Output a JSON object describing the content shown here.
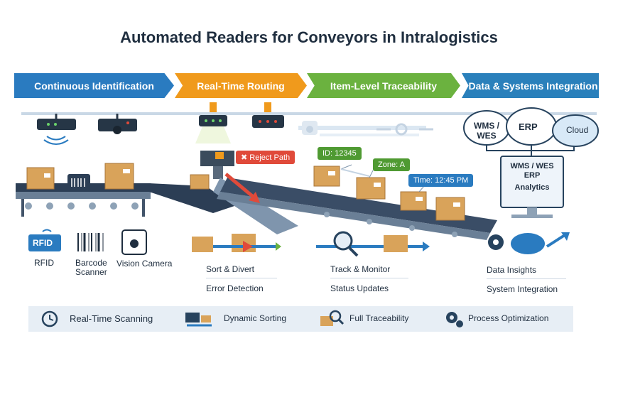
{
  "title": "Automated Readers for Conveyors in Intralogistics",
  "banners": [
    {
      "label": "Continuous Identification",
      "color": "#2a7bc0"
    },
    {
      "label": "Real-Time Routing",
      "color": "#f09a1c"
    },
    {
      "label": "Item-Level Traceability",
      "color": "#6bb23f"
    },
    {
      "label": "Data & Systems Integration",
      "color": "#2a80bb"
    }
  ],
  "tags": {
    "reject": "✖ Reject Path",
    "id": "ID: 12345",
    "zone": "Zone: A",
    "time": "Time: 12:45 PM"
  },
  "systems": {
    "wms_cloud": "WMS / WES",
    "erp_cloud": "ERP",
    "cloud": "Cloud",
    "monitor_line1": "WMS / WES",
    "monitor_line2": "ERP",
    "monitor_line3": "Analytics"
  },
  "readers": {
    "rfid_badge": "RFID",
    "rfid": "RFID",
    "barcode": "Barcode Scanner",
    "vision": "Vision Camera"
  },
  "bullets": {
    "sort": [
      "Sort & Divert",
      "Error Detection"
    ],
    "track": [
      "Track & Monitor",
      "Status Updates"
    ],
    "data": [
      "Data Insights",
      "System Integration"
    ]
  },
  "benefits": [
    {
      "label": "Real-Time Scanning",
      "icon": "clock-icon"
    },
    {
      "label": "Dynamic Sorting",
      "icon": "sorter-icon"
    },
    {
      "label": "Full Traceability",
      "icon": "magnifier-box-icon"
    },
    {
      "label": "Process Optimization",
      "icon": "gears-icon"
    }
  ]
}
